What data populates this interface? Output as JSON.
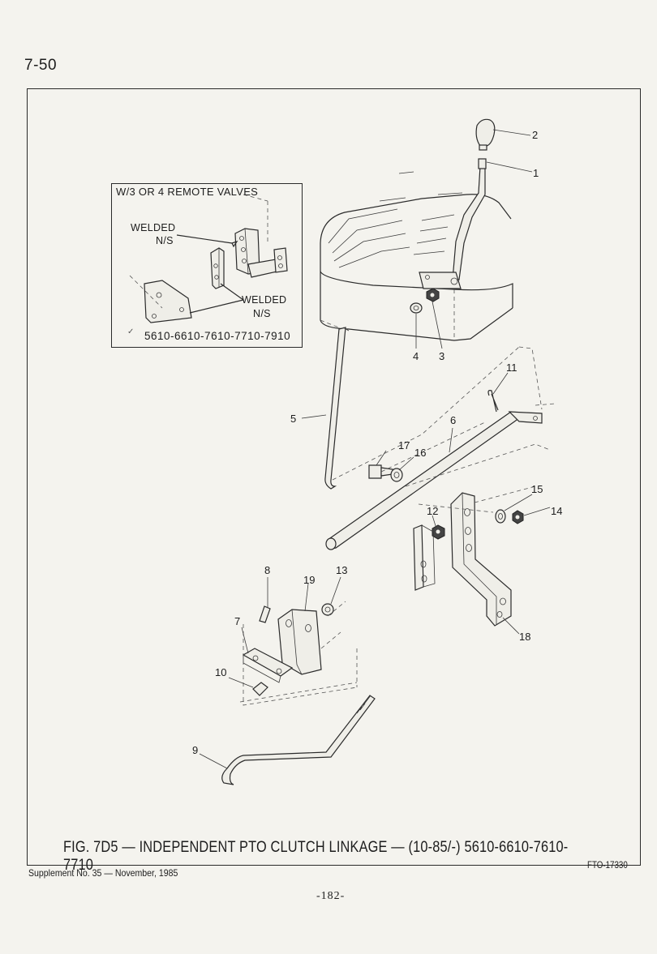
{
  "page": {
    "section_number": "7-50",
    "footer_page": "-182-"
  },
  "inset": {
    "title": "W/3 OR 4 REMOTE VALVES",
    "label1_line1": "WELDED",
    "label1_line2": "N/S",
    "label2_line1": "WELDED",
    "label2_line2": "N/S",
    "tick_mark": "✓",
    "models": "5610-6610-7610-7710-7910"
  },
  "callouts": [
    "1",
    "2",
    "3",
    "4",
    "5",
    "6",
    "7",
    "8",
    "9",
    "10",
    "11",
    "12",
    "13",
    "14",
    "15",
    "16",
    "17",
    "18",
    "19"
  ],
  "caption": "FIG. 7D5 — INDEPENDENT PTO CLUTCH LINKAGE — (10-85/-) 5610-6610-7610-7710",
  "footer": {
    "supplement": "Supplement No. 35 — November, 1985",
    "figure_code": "FTO-17330"
  }
}
